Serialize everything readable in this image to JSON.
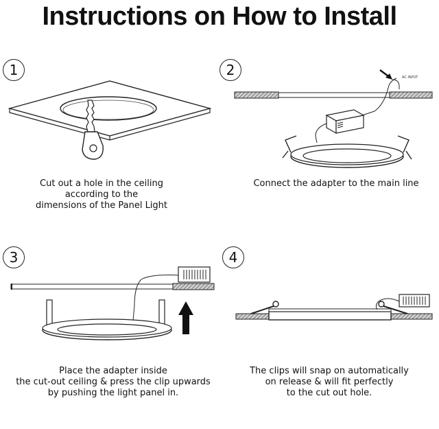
{
  "title": "Instructions on How to Install",
  "steps": [
    {
      "number": "1",
      "lines": [
        "Cut out a hole in the ceiling",
        "according to the",
        "dimensions of the Panel Light"
      ]
    },
    {
      "number": "2",
      "lines": [
        "Connect the adapter to the main line"
      ],
      "wire_label": "AC INPUT"
    },
    {
      "number": "3",
      "lines": [
        "Place the adapter inside",
        "the cut-out ceiling & press the clip upwards",
        "by pushing the light panel in."
      ]
    },
    {
      "number": "4",
      "lines": [
        "The clips will snap on automatically",
        "on release & will fit perfectly",
        "to the cut out hole."
      ]
    }
  ]
}
